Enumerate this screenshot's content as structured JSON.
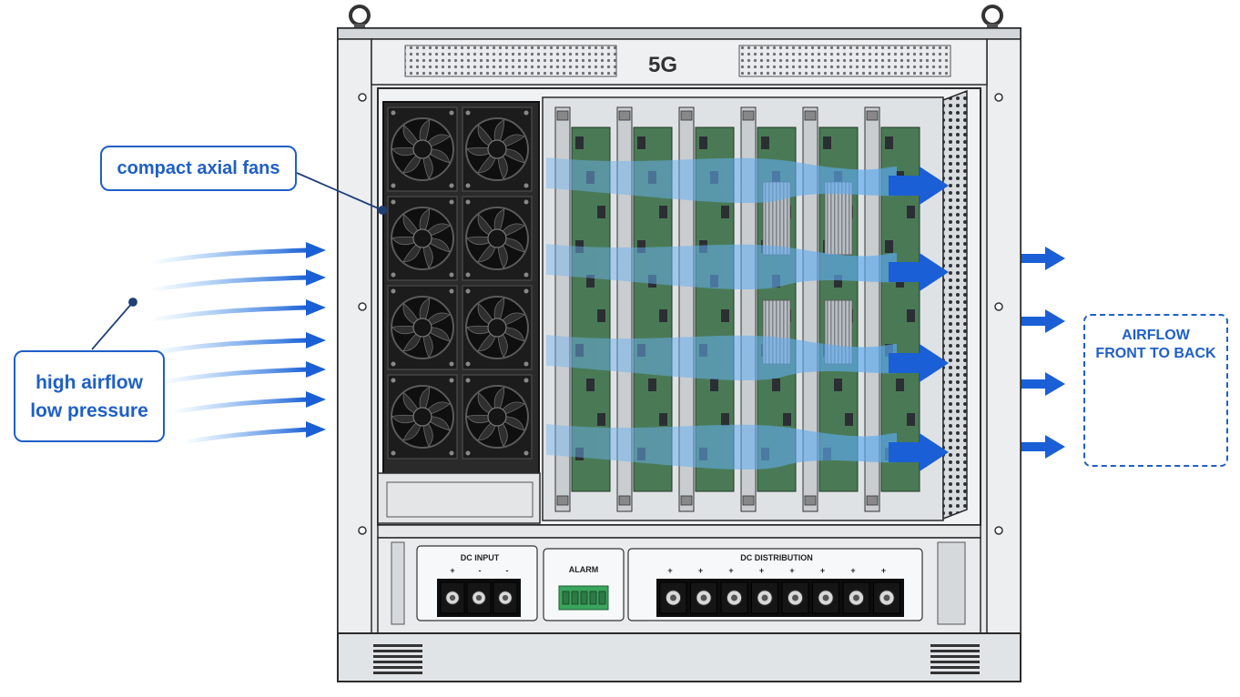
{
  "cabinet": {
    "logo": "5G",
    "power_panel": {
      "dc_input_label": "DC INPUT",
      "dc_input_polarity": [
        "+",
        "-",
        "-"
      ],
      "alarm_label": "ALARM",
      "dc_distribution_label": "DC DISTRIBUTION",
      "dc_distribution_polarity": [
        "+",
        "+",
        "+",
        "+",
        "+",
        "+",
        "+",
        "+"
      ]
    }
  },
  "callouts": {
    "fans": "compact axial fans",
    "pressure_line1": "high airflow",
    "pressure_line2": "low pressure"
  },
  "legend": {
    "title_line1": "AIRFLOW",
    "title_line2": "FRONT TO BACK"
  },
  "colors": {
    "accent": "#1f5fc7",
    "airflow": "#5aa9ef",
    "arrow": "#1a5fd6",
    "board_green": "#4a7a55",
    "chassis": "#e6e8ea",
    "fan_black": "#1c1c1c",
    "alarm_green": "#3aa55c"
  }
}
